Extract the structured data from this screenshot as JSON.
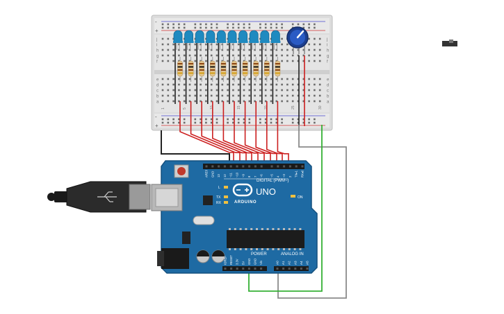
{
  "breadboard": {
    "column_numbers": [
      "1",
      "",
      "",
      "",
      "5",
      "",
      "",
      "",
      "",
      "10",
      "",
      "",
      "",
      "",
      "15",
      "",
      "",
      "",
      "",
      "20",
      "",
      "",
      "",
      "",
      "25",
      "",
      "",
      "",
      "",
      "30"
    ],
    "row_letters_top": [
      "j",
      "i",
      "h",
      "g",
      "f"
    ],
    "row_letters_bottom": [
      "e",
      "d",
      "c",
      "b",
      "a"
    ],
    "rail_plus": "+",
    "rail_minus": "-"
  },
  "leds": {
    "count": 10,
    "color": "#1f8ac0"
  },
  "arduino": {
    "model": "UNO",
    "brand": "ARDUINO",
    "digital_header": "DIGITAL (PWM~)",
    "power_header": "POWER",
    "analog_header": "ANALOG IN",
    "on_label": "ON",
    "l_label": "L",
    "tx_label": "TX",
    "rx_label": "RX",
    "digital_pins": [
      "AREF",
      "GND",
      "13",
      "12",
      "~11",
      "~10",
      "~9",
      "8",
      "7",
      "~6",
      "~5",
      "4",
      "~3",
      "2",
      "TX▸1",
      "RX◂0"
    ],
    "power_pins": [
      "IOREF",
      "RESET",
      "3.3V",
      "5V",
      "GND",
      "GND",
      "Vin"
    ],
    "analog_pins": [
      "A0",
      "A1",
      "A2",
      "A3",
      "A4",
      "A5"
    ],
    "board_color": "#1e6aa3"
  }
}
